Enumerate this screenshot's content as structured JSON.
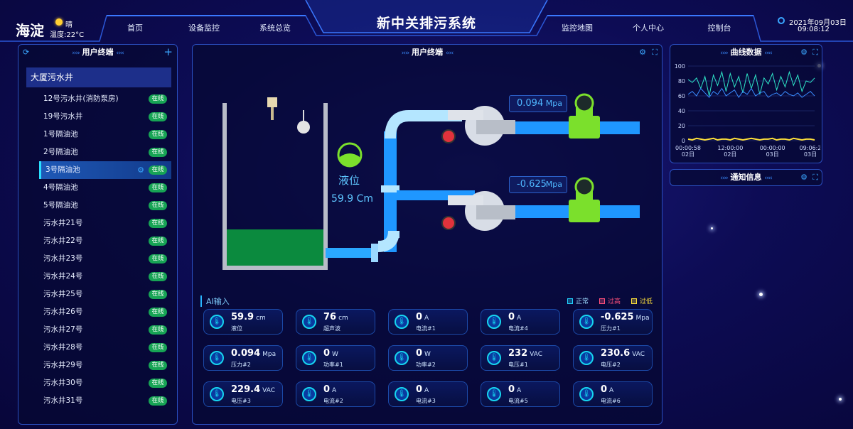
{
  "header": {
    "city": "海淀",
    "weather": "晴",
    "temperature": "温度:22°C",
    "title": "新中关排污系统",
    "date": "2021年09月03日",
    "time": "09:08:12",
    "nav_left": [
      "首页",
      "设备监控",
      "系统总览"
    ],
    "nav_right": [
      "监控地图",
      "个人中心",
      "控制台"
    ]
  },
  "left_panel": {
    "title": "用户终端",
    "group": "大厦污水井",
    "items": [
      {
        "label": "12号污水井(消防泵房)",
        "status": "在线"
      },
      {
        "label": "19号污水井",
        "status": "在线"
      },
      {
        "label": "1号隔油池",
        "status": "在线"
      },
      {
        "label": "2号隔油池",
        "status": "在线"
      },
      {
        "label": "3号隔油池",
        "status": "在线"
      },
      {
        "label": "4号隔油池",
        "status": "在线"
      },
      {
        "label": "5号隔油池",
        "status": "在线"
      },
      {
        "label": "污水井21号",
        "status": "在线"
      },
      {
        "label": "污水井22号",
        "status": "在线"
      },
      {
        "label": "污水井23号",
        "status": "在线"
      },
      {
        "label": "污水井24号",
        "status": "在线"
      },
      {
        "label": "污水井25号",
        "status": "在线"
      },
      {
        "label": "污水井26号",
        "status": "在线"
      },
      {
        "label": "污水井27号",
        "status": "在线"
      },
      {
        "label": "污水井28号",
        "status": "在线"
      },
      {
        "label": "污水井29号",
        "status": "在线"
      },
      {
        "label": "污水井30号",
        "status": "在线"
      },
      {
        "label": "污水井31号",
        "status": "在线"
      }
    ]
  },
  "center_panel": {
    "title": "用户终端",
    "liquid_label": "液位",
    "liquid_value": "59.9 Cm",
    "tank_fill_fraction": 0.22,
    "pressure1": {
      "value": "0.094",
      "unit": "Mpa"
    },
    "pressure2": {
      "value": "-0.625",
      "unit": "Mpa"
    },
    "ai_title": "AI输入",
    "legend": [
      {
        "label": "正常",
        "color": "#22d3ff"
      },
      {
        "label": "过高",
        "color": "#ff4f7a"
      },
      {
        "label": "过低",
        "color": "#ffe13a"
      }
    ],
    "tiles": [
      {
        "value": "59.9",
        "unit": "cm",
        "name": "液位"
      },
      {
        "value": "76",
        "unit": "cm",
        "name": "超声波"
      },
      {
        "value": "0",
        "unit": "A",
        "name": "电流#1"
      },
      {
        "value": "0",
        "unit": "A",
        "name": "电流#4"
      },
      {
        "value": "-0.625",
        "unit": "Mpa",
        "name": "压力#1"
      },
      {
        "value": "0.094",
        "unit": "Mpa",
        "name": "压力#2"
      },
      {
        "value": "0",
        "unit": "W",
        "name": "功率#1"
      },
      {
        "value": "0",
        "unit": "W",
        "name": "功率#2"
      },
      {
        "value": "232",
        "unit": "VAC",
        "name": "电压#1"
      },
      {
        "value": "230.6",
        "unit": "VAC",
        "name": "电压#2"
      },
      {
        "value": "229.4",
        "unit": "VAC",
        "name": "电压#3"
      },
      {
        "value": "0",
        "unit": "A",
        "name": "电流#2"
      },
      {
        "value": "0",
        "unit": "A",
        "name": "电流#3"
      },
      {
        "value": "0",
        "unit": "A",
        "name": "电流#5"
      },
      {
        "value": "0",
        "unit": "A",
        "name": "电流#6"
      }
    ]
  },
  "right_panel": {
    "title": "曲线数据",
    "notice_title": "通知信息"
  },
  "chart_data": {
    "type": "line",
    "y_ticks": [
      "100",
      "80",
      "60",
      "40",
      "20",
      "0"
    ],
    "ylim": [
      0,
      100
    ],
    "x_ticks": [
      {
        "time": "00:00:58",
        "day": "02日"
      },
      {
        "time": "12:00:00",
        "day": "02日"
      },
      {
        "time": "00:00:00",
        "day": "03日"
      },
      {
        "time": "09:06:2",
        "day": "03日"
      }
    ],
    "series": [
      {
        "color": "#2ee6c8",
        "values": [
          82,
          78,
          84,
          70,
          86,
          60,
          88,
          74,
          92,
          66,
          90,
          72,
          86,
          64,
          90,
          70,
          88,
          62,
          84,
          76,
          90,
          68,
          86,
          72,
          92,
          74,
          88,
          66,
          80,
          78,
          84
        ]
      },
      {
        "color": "#3a8cff",
        "values": [
          62,
          66,
          60,
          70,
          64,
          58,
          66,
          62,
          70,
          60,
          64,
          68,
          58,
          66,
          62,
          70,
          60,
          64,
          66,
          58,
          62,
          64,
          60,
          66,
          62,
          60,
          64,
          58,
          62,
          66,
          60
        ]
      },
      {
        "color": "#ffe13a",
        "values": [
          2,
          1,
          3,
          2,
          1,
          2,
          3,
          1,
          2,
          2,
          1,
          3,
          2,
          1,
          2,
          3,
          2,
          1,
          2,
          2,
          3,
          1,
          2,
          2,
          1,
          3,
          2,
          1,
          2,
          2,
          1
        ]
      }
    ]
  },
  "colors": {
    "accent": "#29b6ff",
    "online": "#17a455",
    "tank_liquid": "#0b8a3e",
    "pipe": "#2aa8ff",
    "meter": "#7be02c"
  }
}
